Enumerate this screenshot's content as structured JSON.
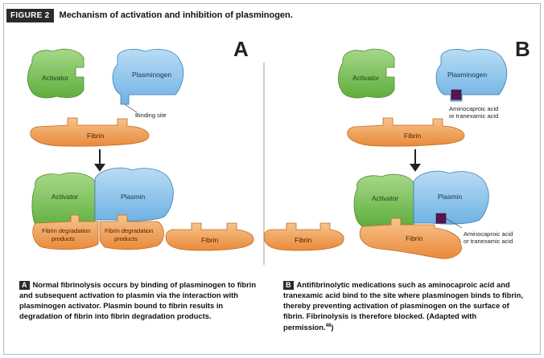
{
  "header": {
    "badge": "FIGURE 2",
    "title": "Mechanism of activation and inhibition of plasminogen."
  },
  "panel_a": {
    "letter": "A",
    "activator": "Activator",
    "plasminogen": "Plasminogen",
    "binding_site": "Binding site",
    "fibrin": "Fibrin",
    "activator_bound": "Activator",
    "plasmin": "Plasmin",
    "fdp_line1": "Fibrin degradation",
    "fdp_line2": "products",
    "fdp2_line1": "Fibrin degradation",
    "fdp2_line2": "products",
    "fibrin_piece": "Fibrin"
  },
  "middle": {
    "fibrin_piece": "Fibrin"
  },
  "panel_b": {
    "letter": "B",
    "activator": "Activator",
    "plasminogen": "Plasminogen",
    "inhibitor_line1": "Aminocaproic acid",
    "inhibitor_line2": "or tranexamic acid",
    "fibrin": "Fibrin",
    "activator_bound": "Activator",
    "plasmin": "Plasmin",
    "fibrin_bound": "Fibrin",
    "inhibitor2_line1": "Aminocaproic acid",
    "inhibitor2_line2": "or tranexamic acid"
  },
  "captions": {
    "a_tag": "A",
    "a_text": "Normal fibrinolysis occurs by binding of plasminogen to fibrin and subsequent activation to plasmin via the interaction with plasminogen activator. Plasmin bound to fibrin results in degradation of fibrin into fibrin degradation products.",
    "b_tag": "B",
    "b_text": "Antifibrinolytic medications such as aminocaproic acid and tranexamic acid bind to the site where plasminogen binds to fibrin, thereby preventing activation of plasminogen on the surface of fibrin. Fibrinolysis is therefore blocked. (Adapted with permission.",
    "b_ref": "48",
    "b_end": ")"
  },
  "colors": {
    "activator": "#7fc45a",
    "plasminogen": "#8fc6ec",
    "fibrin": "#f0a35a",
    "inhibitor": "#5a1450"
  }
}
